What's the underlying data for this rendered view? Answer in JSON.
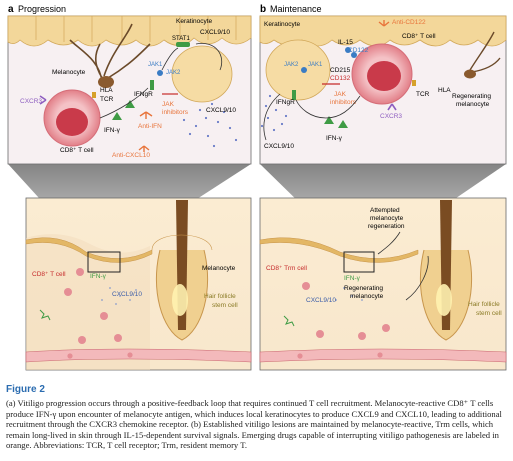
{
  "panel_a": {
    "letter": "a",
    "title": "Progression",
    "labels": {
      "keratinocyte": "Keratinocyte",
      "melanocyte": "Melanocyte",
      "cxcr3": "CXCR3",
      "hla": "HLA",
      "tcr": "TCR",
      "jak1": "JAK1",
      "jak2": "JAK2",
      "stat1": "STAT1",
      "cxcl910_inner": "CXCL9/10",
      "ifngr": "IFNgR",
      "ifng": "IFN-γ",
      "anti_ifn": "Anti-IFN",
      "cd8": "CD8⁺ T cell",
      "anti_cxcl10": "Anti-CXCL10",
      "jak_inhib_1": "JAK",
      "jak_inhib_2": "inhibitors",
      "cxcl910_outer": "CXCL9/10"
    },
    "skin": {
      "cd8": "CD8⁺ T cell",
      "ifng": "IFN-γ",
      "cxcl910": "CXCL9/10",
      "melanocyte": "Melanocyte",
      "stem_1": "Hair follicle",
      "stem_2": "stem cell"
    }
  },
  "panel_b": {
    "letter": "b",
    "title": "Maintenance",
    "labels": {
      "keratinocyte": "Keratinocyte",
      "anti_cd122": "Anti-CD122",
      "il15": "IL-15",
      "cd122": "CD122",
      "cd8": "CD8⁺ T cell",
      "jak1": "JAK1",
      "jak2": "JAK2",
      "cd215": "CD215",
      "cd132": "CD132",
      "ifngr": "IFNgR",
      "jak_inhib_1": "JAK",
      "jak_inhib_2": "inhibitors",
      "cxcr3": "CXCR3",
      "tcr": "TCR",
      "hla": "HLA",
      "regen_1": "Regenerating",
      "regen_2": "melanocyte",
      "cxcl910": "CXCL9/10",
      "ifng": "IFN-γ"
    },
    "skin": {
      "attempted_1": "Attempted",
      "attempted_2": "melanocyte",
      "attempted_3": "regeneration",
      "trm": "CD8⁺ Trm cell",
      "ifng": "IFN-γ",
      "regen_1": "Regenerating",
      "regen_2": "melanocyte",
      "cxcl910": "CXCL9/10",
      "stem_1": "Hair follicle",
      "stem_2": "stem cell"
    }
  },
  "caption": {
    "title": "Figure 2",
    "text": "(a) Vitiligo progression occurs through a positive-feedback loop that requires continued T cell recruitment. Melanocyte-reactive CD8⁺ T cells produce IFN-γ upon encounter of melanocyte antigen, which induces local keratinocytes to produce CXCL9 and CXCL10, leading to additional recruitment through the CXCR3 chemokine receptor. (b) Established vitiligo lesions are maintained by melanocyte-reactive, Trm cells, which remain long-lived in skin through IL-15-dependent survival signals. Emerging drugs capable of interrupting vitiligo pathogenesis are labeled in orange. Abbreviations: TCR, T cell receptor; Trm, resident memory T."
  },
  "colors": {
    "orange_drug": "#e8743b",
    "tcell": "#e58e95",
    "nucleus": "#c93a4a",
    "keratinocyte": "#f3d79a",
    "melanocyte": "#8a5a2e",
    "ifn_green": "#3f9b45",
    "blue_receptor": "#3a7cc4",
    "caption_title": "#2b6cb0"
  }
}
